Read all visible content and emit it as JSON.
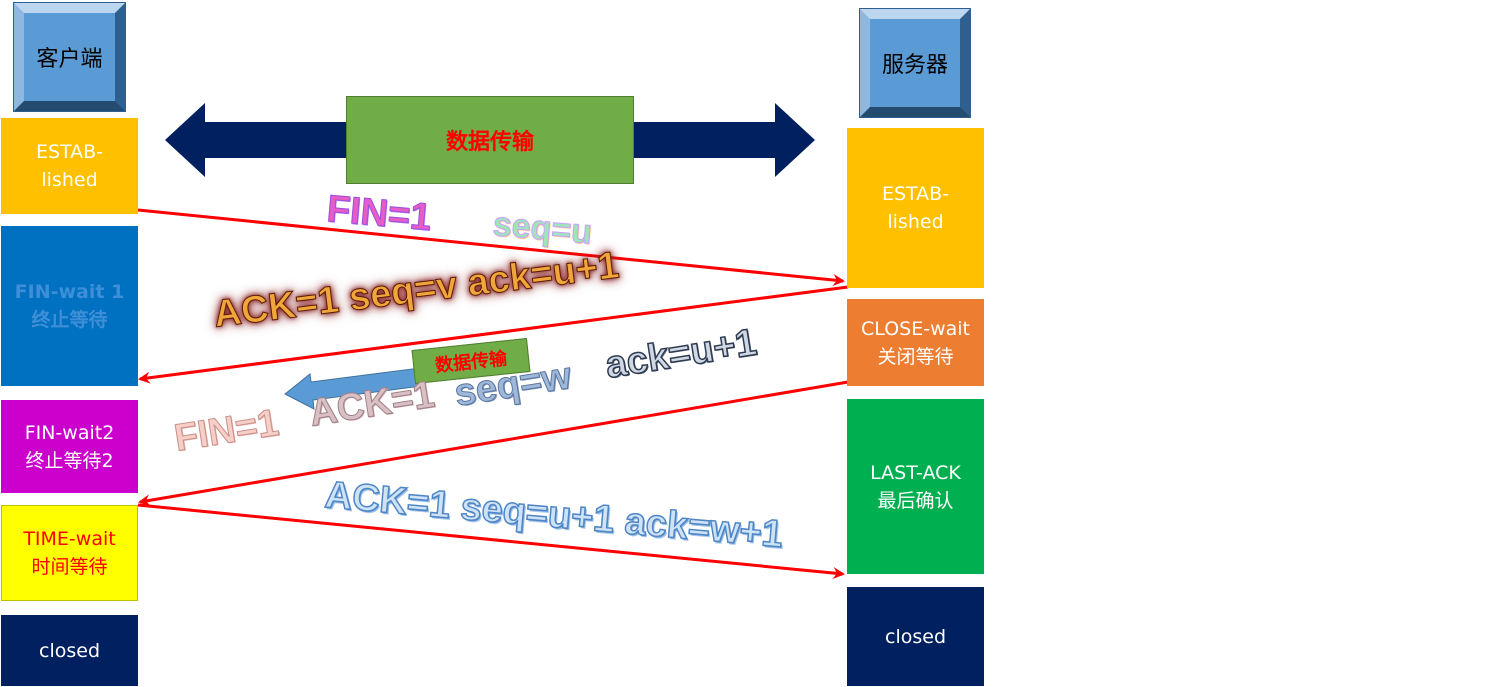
{
  "client": {
    "label": "客户端"
  },
  "server": {
    "label": "服务器"
  },
  "data_transfer": {
    "label": "数据传输",
    "small_label": "数据传输"
  },
  "client_states": [
    {
      "id": "established",
      "text": "ESTAB-\nlished",
      "bg": "#ffc000",
      "fg": "#ffffff"
    },
    {
      "id": "fin-wait-1",
      "text": "FIN-wait 1\n终止等待",
      "bg": "#0070c0",
      "fg": "#3f8fd8"
    },
    {
      "id": "fin-wait-2",
      "text": "FIN-wait2\n终止等待2",
      "bg": "#cc00cc",
      "fg": "#ffffff"
    },
    {
      "id": "time-wait",
      "text": "TIME-wait\n时间等待",
      "bg": "#ffff00",
      "fg": "#ff0000"
    },
    {
      "id": "closed",
      "text": "closed",
      "bg": "#002060",
      "fg": "#ffffff"
    }
  ],
  "server_states": [
    {
      "id": "established",
      "text": "ESTAB-\nlished",
      "bg": "#ffc000",
      "fg": "#ffffff"
    },
    {
      "id": "close-wait",
      "text": "CLOSE-wait\n关闭等待",
      "bg": "#ed7d31",
      "fg": "#ffffff"
    },
    {
      "id": "last-ack",
      "text": "LAST-ACK\n最后确认",
      "bg": "#00b050",
      "fg": "#ffffff"
    },
    {
      "id": "closed",
      "text": "closed",
      "bg": "#002060",
      "fg": "#ffffff"
    }
  ],
  "messages": {
    "fin1": "FIN=1",
    "seq_u": "seq=u",
    "ack_reply": "ACK=1  seq=v  ack=u+1",
    "fin2_fin": "FIN=1",
    "fin2_ack": "ACK=1",
    "fin2_seq": "seq=w",
    "fin2_acknum": "ack=u+1",
    "final_ack": "ACK=1 seq=u+1 ack=w+1"
  },
  "colors": {
    "arrow": "#ff0000",
    "big_arrow": "#002060",
    "data_box": "#70ad47",
    "data_text": "#ff0000",
    "small_arrow": "#5b9bd5"
  }
}
